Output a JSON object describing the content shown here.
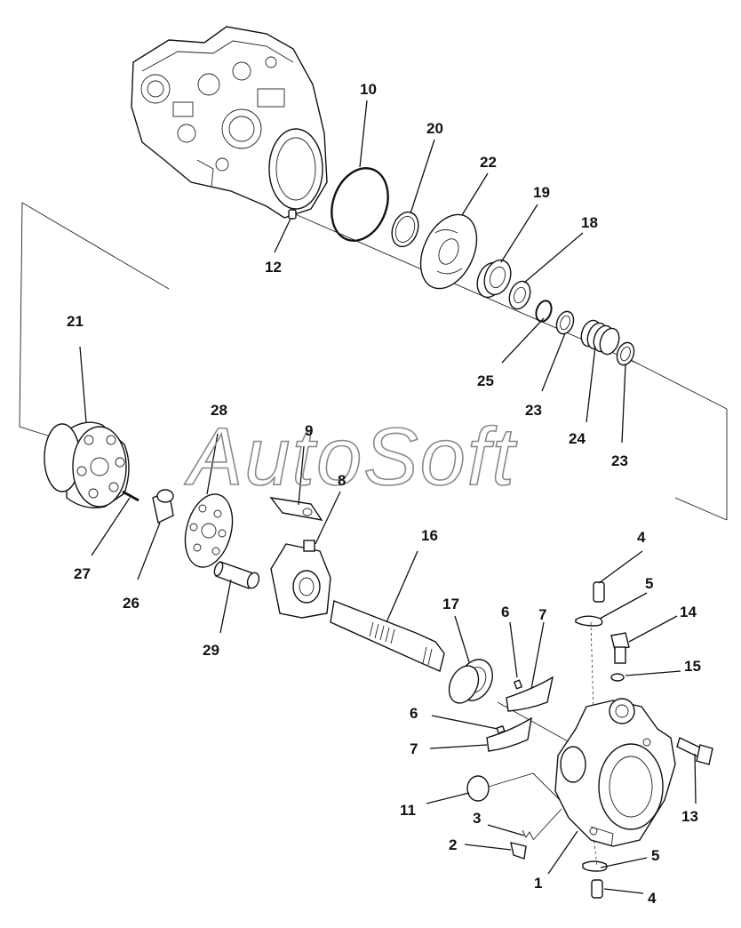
{
  "watermark": "AutoSoft",
  "callouts": [
    {
      "id": "10",
      "text": "10"
    },
    {
      "id": "20",
      "text": "20"
    },
    {
      "id": "22",
      "text": "22"
    },
    {
      "id": "19",
      "text": "19"
    },
    {
      "id": "18",
      "text": "18"
    },
    {
      "id": "12",
      "text": "12"
    },
    {
      "id": "21",
      "text": "21"
    },
    {
      "id": "25",
      "text": "25"
    },
    {
      "id": "23a",
      "text": "23"
    },
    {
      "id": "24",
      "text": "24"
    },
    {
      "id": "23b",
      "text": "23"
    },
    {
      "id": "28",
      "text": "28"
    },
    {
      "id": "9",
      "text": "9"
    },
    {
      "id": "8",
      "text": "8"
    },
    {
      "id": "27",
      "text": "27"
    },
    {
      "id": "26",
      "text": "26"
    },
    {
      "id": "29",
      "text": "29"
    },
    {
      "id": "16",
      "text": "16"
    },
    {
      "id": "4a",
      "text": "4"
    },
    {
      "id": "5a",
      "text": "5"
    },
    {
      "id": "14",
      "text": "14"
    },
    {
      "id": "17",
      "text": "17"
    },
    {
      "id": "6a",
      "text": "6"
    },
    {
      "id": "7a",
      "text": "7"
    },
    {
      "id": "15",
      "text": "15"
    },
    {
      "id": "6b",
      "text": "6"
    },
    {
      "id": "7b",
      "text": "7"
    },
    {
      "id": "13",
      "text": "13"
    },
    {
      "id": "11",
      "text": "11"
    },
    {
      "id": "3",
      "text": "3"
    },
    {
      "id": "2",
      "text": "2"
    },
    {
      "id": "5b",
      "text": "5"
    },
    {
      "id": "1",
      "text": "1"
    },
    {
      "id": "4b",
      "text": "4"
    }
  ]
}
